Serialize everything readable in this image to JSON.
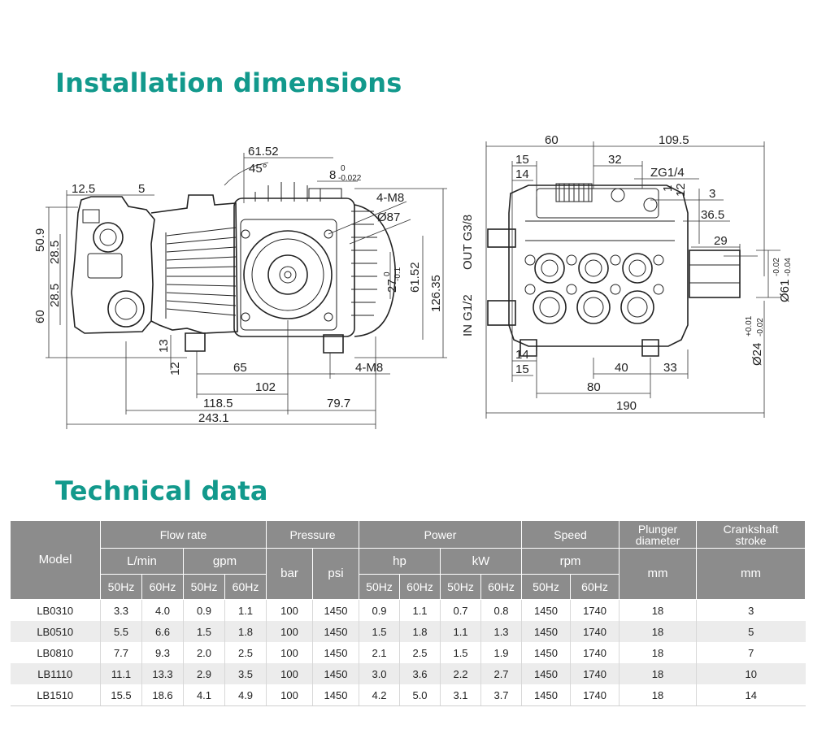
{
  "headings": {
    "installation": "Installation dimensions",
    "technical": "Technical data"
  },
  "side_view_dims": {
    "d_61_52": "61.52",
    "d_45": "45°",
    "d_8": "8",
    "d_8_tol_upper": "0",
    "d_8_tol_lower": "-0.022",
    "d_12_5": "12.5",
    "d_5": "5",
    "d_4m8_top": "4-M8",
    "d_87": "Ø87",
    "d_50_9": "50.9",
    "d_28_5_a": "28.5",
    "d_28_5_b": "28.5",
    "d_60": "60",
    "d_27": "27",
    "d_27_tol_upper": "0",
    "d_27_tol_lower": "-0.1",
    "d_61_52_v": "61.52",
    "d_126_35": "126.35",
    "d_13": "13",
    "d_12": "12",
    "d_65": "65",
    "d_102": "102",
    "d_4m8_bottom": "4-M8",
    "d_118_5": "118.5",
    "d_79_7": "79.7",
    "d_243_1": "243.1"
  },
  "front_view_dims": {
    "d_60": "60",
    "d_109_5": "109.5",
    "d_15_top": "15",
    "d_14_top": "14",
    "d_32": "32",
    "d_zg14": "ZG1/4",
    "d_1": "1",
    "d_12": "12",
    "d_3": "3",
    "d_36_5": "36.5",
    "d_29": "29",
    "d_out": "OUT G3/8",
    "d_in": "IN G1/2",
    "d_61": "Ø61",
    "d_61_tol_upper": "-0.02",
    "d_61_tol_lower": "-0.04",
    "d_24": "Ø24",
    "d_24_tol_upper": "+0.01",
    "d_24_tol_lower": "-0.02",
    "d_14_bottom": "14",
    "d_15_bottom": "15",
    "d_40": "40",
    "d_33": "33",
    "d_80": "80",
    "d_190": "190"
  },
  "table": {
    "header": {
      "model": "Model",
      "flow_rate": "Flow rate",
      "pressure": "Pressure",
      "power": "Power",
      "speed": "Speed",
      "plunger_diameter": "Plunger diameter",
      "crankshaft_stroke": "Crankshaft stroke",
      "l_min": "L/min",
      "gpm": "gpm",
      "bar": "bar",
      "psi": "psi",
      "hp": "hp",
      "kw": "kW",
      "rpm": "rpm",
      "mm_plunger": "mm",
      "mm_stroke": "mm",
      "hz": [
        "50Hz",
        "60Hz",
        "50Hz",
        "60Hz",
        "50Hz",
        "60Hz",
        "50Hz",
        "60Hz",
        "50Hz",
        "60Hz"
      ]
    },
    "rows": [
      [
        "LB0310",
        "3.3",
        "4.0",
        "0.9",
        "1.1",
        "100",
        "1450",
        "0.9",
        "1.1",
        "0.7",
        "0.8",
        "1450",
        "1740",
        "18",
        "3"
      ],
      [
        "LB0510",
        "5.5",
        "6.6",
        "1.5",
        "1.8",
        "100",
        "1450",
        "1.5",
        "1.8",
        "1.1",
        "1.3",
        "1450",
        "1740",
        "18",
        "5"
      ],
      [
        "LB0810",
        "7.7",
        "9.3",
        "2.0",
        "2.5",
        "100",
        "1450",
        "2.1",
        "2.5",
        "1.5",
        "1.9",
        "1450",
        "1740",
        "18",
        "7"
      ],
      [
        "LB1110",
        "11.1",
        "13.3",
        "2.9",
        "3.5",
        "100",
        "1450",
        "3.0",
        "3.6",
        "2.2",
        "2.7",
        "1450",
        "1740",
        "18",
        "10"
      ],
      [
        "LB1510",
        "15.5",
        "18.6",
        "4.1",
        "4.9",
        "100",
        "1450",
        "4.2",
        "5.0",
        "3.1",
        "3.7",
        "1450",
        "1740",
        "18",
        "14"
      ]
    ]
  }
}
